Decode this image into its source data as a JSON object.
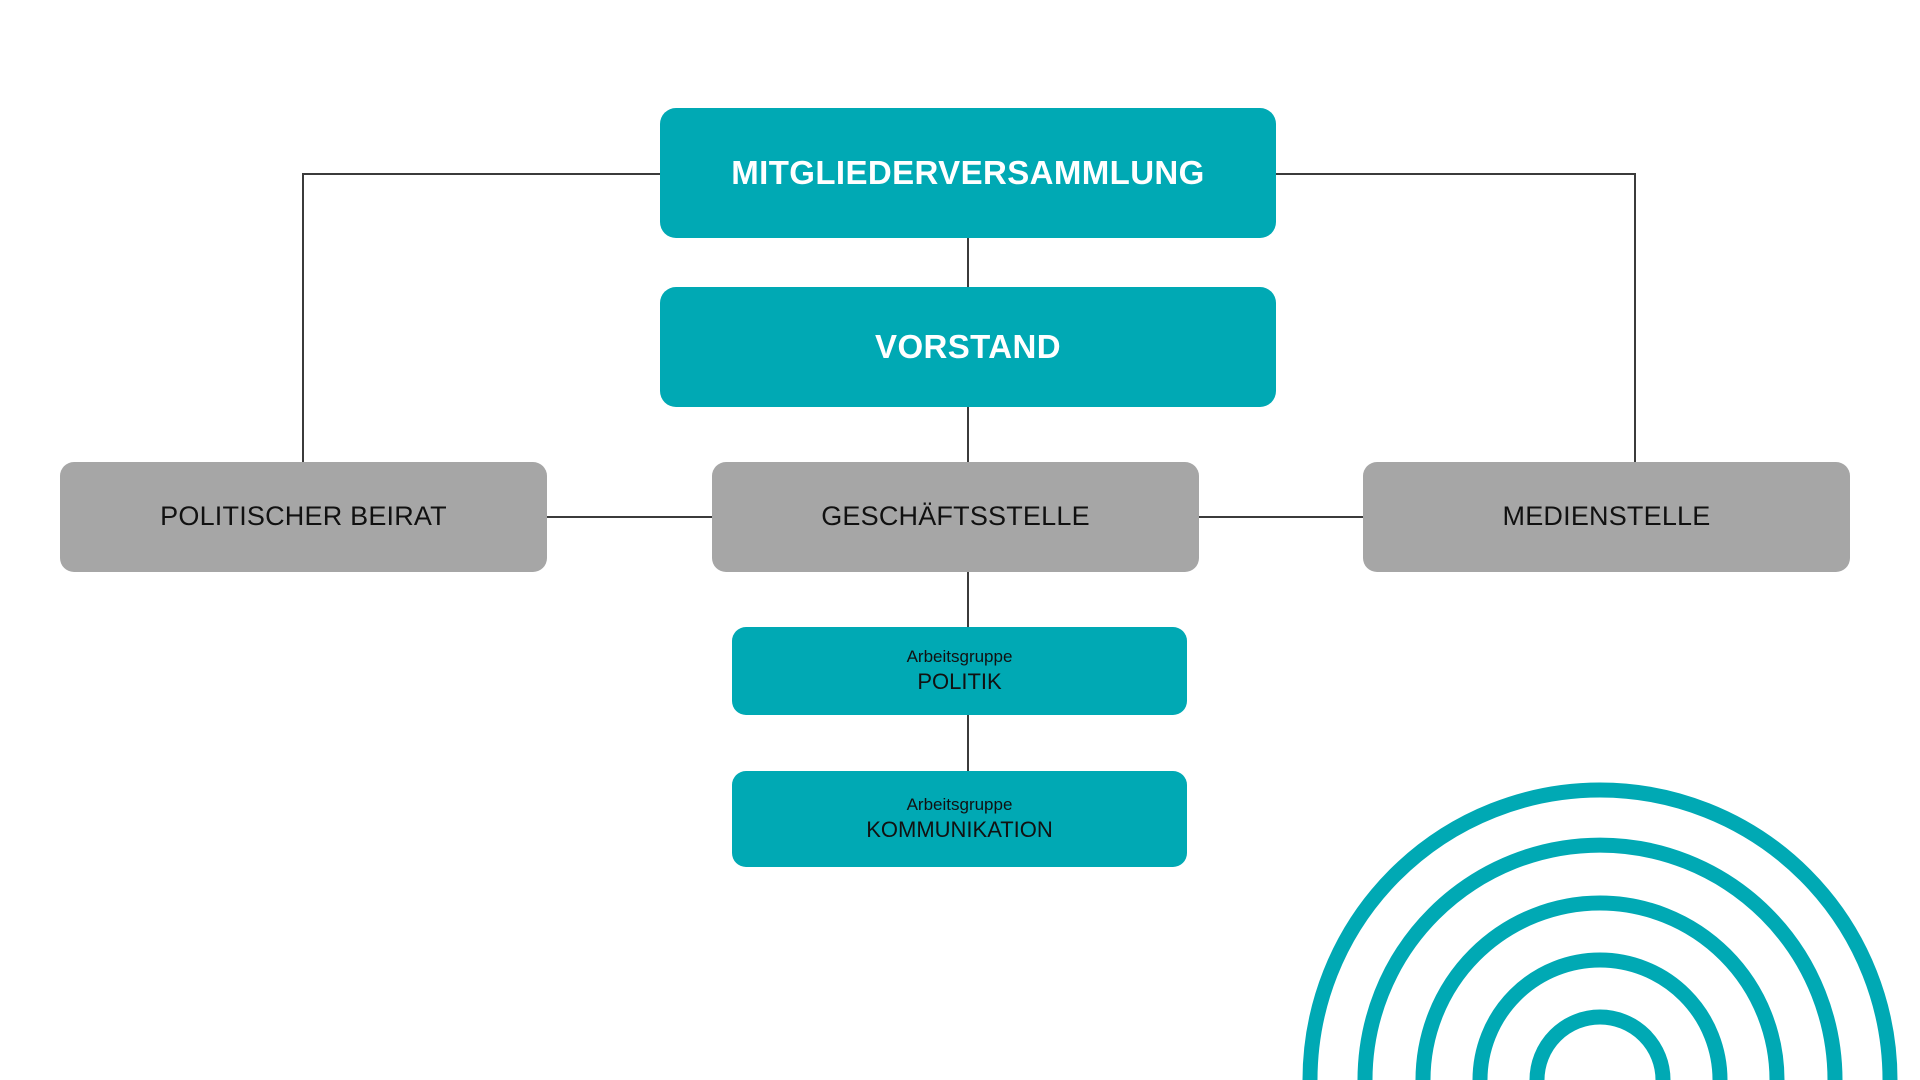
{
  "chart_data": {
    "type": "diagram",
    "subtype": "organizational-chart",
    "title": "",
    "nodes": [
      {
        "id": "mitgliederversammlung",
        "label": "MITGLIEDERVERSAMMLUNG",
        "level": 0,
        "style": "teal-bold"
      },
      {
        "id": "vorstand",
        "label": "VORSTAND",
        "level": 1,
        "style": "teal-bold"
      },
      {
        "id": "politischer-beirat",
        "label": "POLITISCHER BEIRAT",
        "level": 2,
        "style": "gray"
      },
      {
        "id": "geschaeftsstelle",
        "label": "GESCHÄFTSSTELLE",
        "level": 2,
        "style": "gray"
      },
      {
        "id": "medienstelle",
        "label": "MEDIENSTELLE",
        "level": 2,
        "style": "gray"
      },
      {
        "id": "ag-politik",
        "kicker": "Arbeitsgruppe",
        "label": "POLITIK",
        "level": 3,
        "style": "teal-plain"
      },
      {
        "id": "ag-kommunikation",
        "kicker": "Arbeitsgruppe",
        "label": "KOMMUNIKATION",
        "level": 3,
        "style": "teal-plain"
      }
    ],
    "edges": [
      {
        "from": "mitgliederversammlung",
        "to": "vorstand"
      },
      {
        "from": "mitgliederversammlung",
        "to": "politischer-beirat"
      },
      {
        "from": "mitgliederversammlung",
        "to": "medienstelle"
      },
      {
        "from": "vorstand",
        "to": "geschaeftsstelle"
      },
      {
        "from": "politischer-beirat",
        "to": "geschaeftsstelle"
      },
      {
        "from": "geschaeftsstelle",
        "to": "medienstelle"
      },
      {
        "from": "geschaeftsstelle",
        "to": "ag-politik"
      },
      {
        "from": "ag-politik",
        "to": "ag-kommunikation"
      }
    ],
    "colors": {
      "teal": "#00a9b4",
      "gray": "#a6a6a6",
      "line": "#3b3b3b",
      "background": "#ffffff",
      "text_on_teal_bold": "#ffffff",
      "text_on_gray": "#111111"
    },
    "decoration": {
      "name": "concentric-arcs",
      "color": "#00a9b4",
      "count": 5,
      "position": "bottom-right"
    }
  },
  "chart": {
    "mitgliederversammlung": {
      "label": "MITGLIEDERVERSAMMLUNG"
    },
    "vorstand": {
      "label": "VORSTAND"
    },
    "politischer_beirat": {
      "label": "POLITISCHER BEIRAT"
    },
    "geschaeftsstelle": {
      "label": "GESCHÄFTSSTELLE"
    },
    "medienstelle": {
      "label": "MEDIENSTELLE"
    },
    "ag_politik": {
      "kicker": "Arbeitsgruppe",
      "label": "POLITIK"
    },
    "ag_kommunikation": {
      "kicker": "Arbeitsgruppe",
      "label": "KOMMUNIKATION"
    }
  }
}
